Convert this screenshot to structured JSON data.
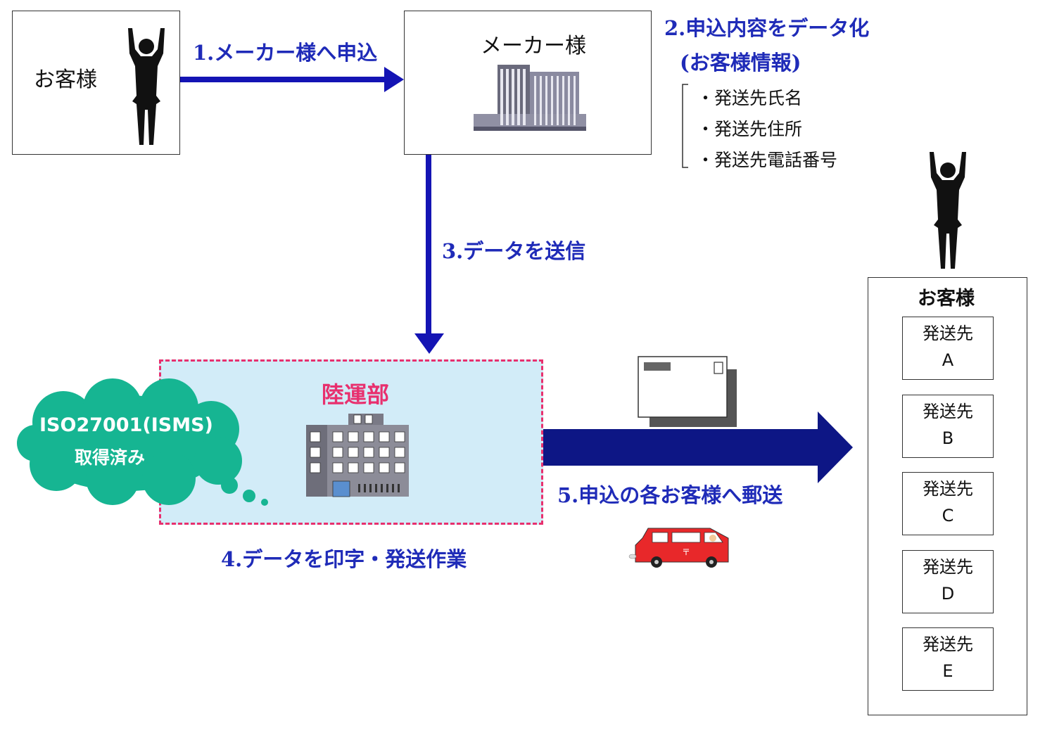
{
  "customer": {
    "label": "お客様"
  },
  "maker": {
    "label": "メーカー様"
  },
  "step1": "1.メーカー様へ申込",
  "step2": {
    "line1": "2.申込内容をデータ化",
    "line2": "(お客様情報)"
  },
  "data_items": [
    "・発送先氏名",
    "・発送先住所",
    "・発送先電話番号"
  ],
  "step3": "3.データを送信",
  "rikuun": {
    "label": "陸運部"
  },
  "iso": {
    "line1": "ISO27001(ISMS)",
    "line2": "取得済み"
  },
  "step4": "4.データを印字・発送作業",
  "step5": "5.申込の各お客様へ郵送",
  "recipients": {
    "title": "お客様",
    "items": [
      {
        "label": "発送先",
        "code": "A"
      },
      {
        "label": "発送先",
        "code": "B"
      },
      {
        "label": "発送先",
        "code": "C"
      },
      {
        "label": "発送先",
        "code": "D"
      },
      {
        "label": "発送先",
        "code": "E"
      }
    ]
  },
  "colors": {
    "arrow": "#1414b4",
    "label": "#1f2bb8",
    "pink": "#e8306e",
    "cloud": "#16b592",
    "area": "#d2ecf8"
  }
}
